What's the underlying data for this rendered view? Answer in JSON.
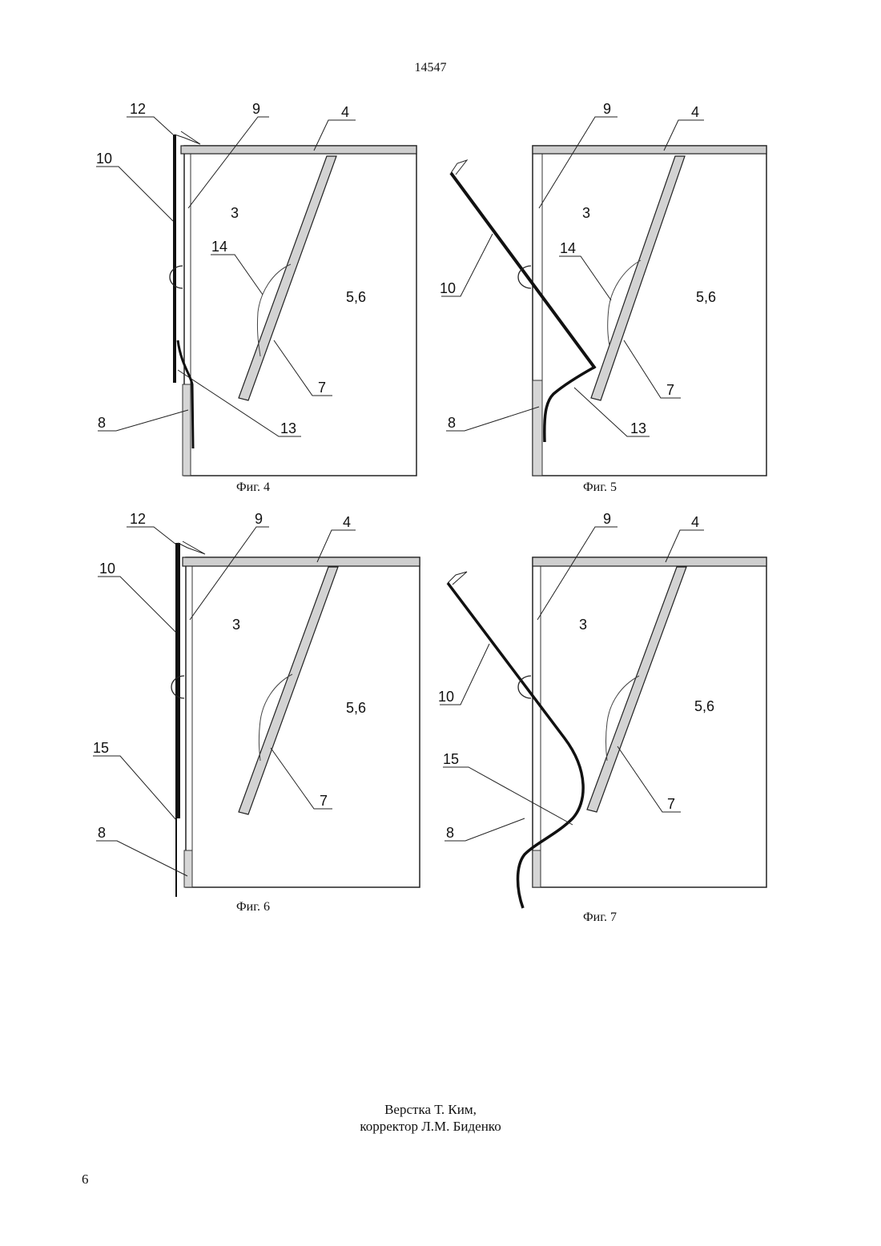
{
  "header": {
    "patent_number": "14547"
  },
  "figures": [
    {
      "caption": "Фиг. 4",
      "labels": {
        "l12": "12",
        "l9": "9",
        "l4": "4",
        "l10": "10",
        "l3": "3",
        "l14": "14",
        "l56": "5,6",
        "l7": "7",
        "l8": "8",
        "l13": "13"
      }
    },
    {
      "caption": "Фиг. 5",
      "labels": {
        "l9": "9",
        "l4": "4",
        "l3": "3",
        "l14": "14",
        "l56": "5,6",
        "l10": "10",
        "l7": "7",
        "l8": "8",
        "l13": "13"
      }
    },
    {
      "caption": "Фиг. 6",
      "labels": {
        "l12": "12",
        "l9": "9",
        "l4": "4",
        "l10": "10",
        "l3": "3",
        "l56": "5,6",
        "l15": "15",
        "l7": "7",
        "l8": "8"
      }
    },
    {
      "caption": "Фиг. 7",
      "labels": {
        "l9": "9",
        "l4": "4",
        "l3": "3",
        "l10": "10",
        "l56": "5,6",
        "l15": "15",
        "l7": "7",
        "l8": "8"
      }
    }
  ],
  "footer": {
    "credits_line1": "Верстка Т. Ким,",
    "credits_line2": "корректор Л.М. Биденко",
    "page_number": "6"
  }
}
